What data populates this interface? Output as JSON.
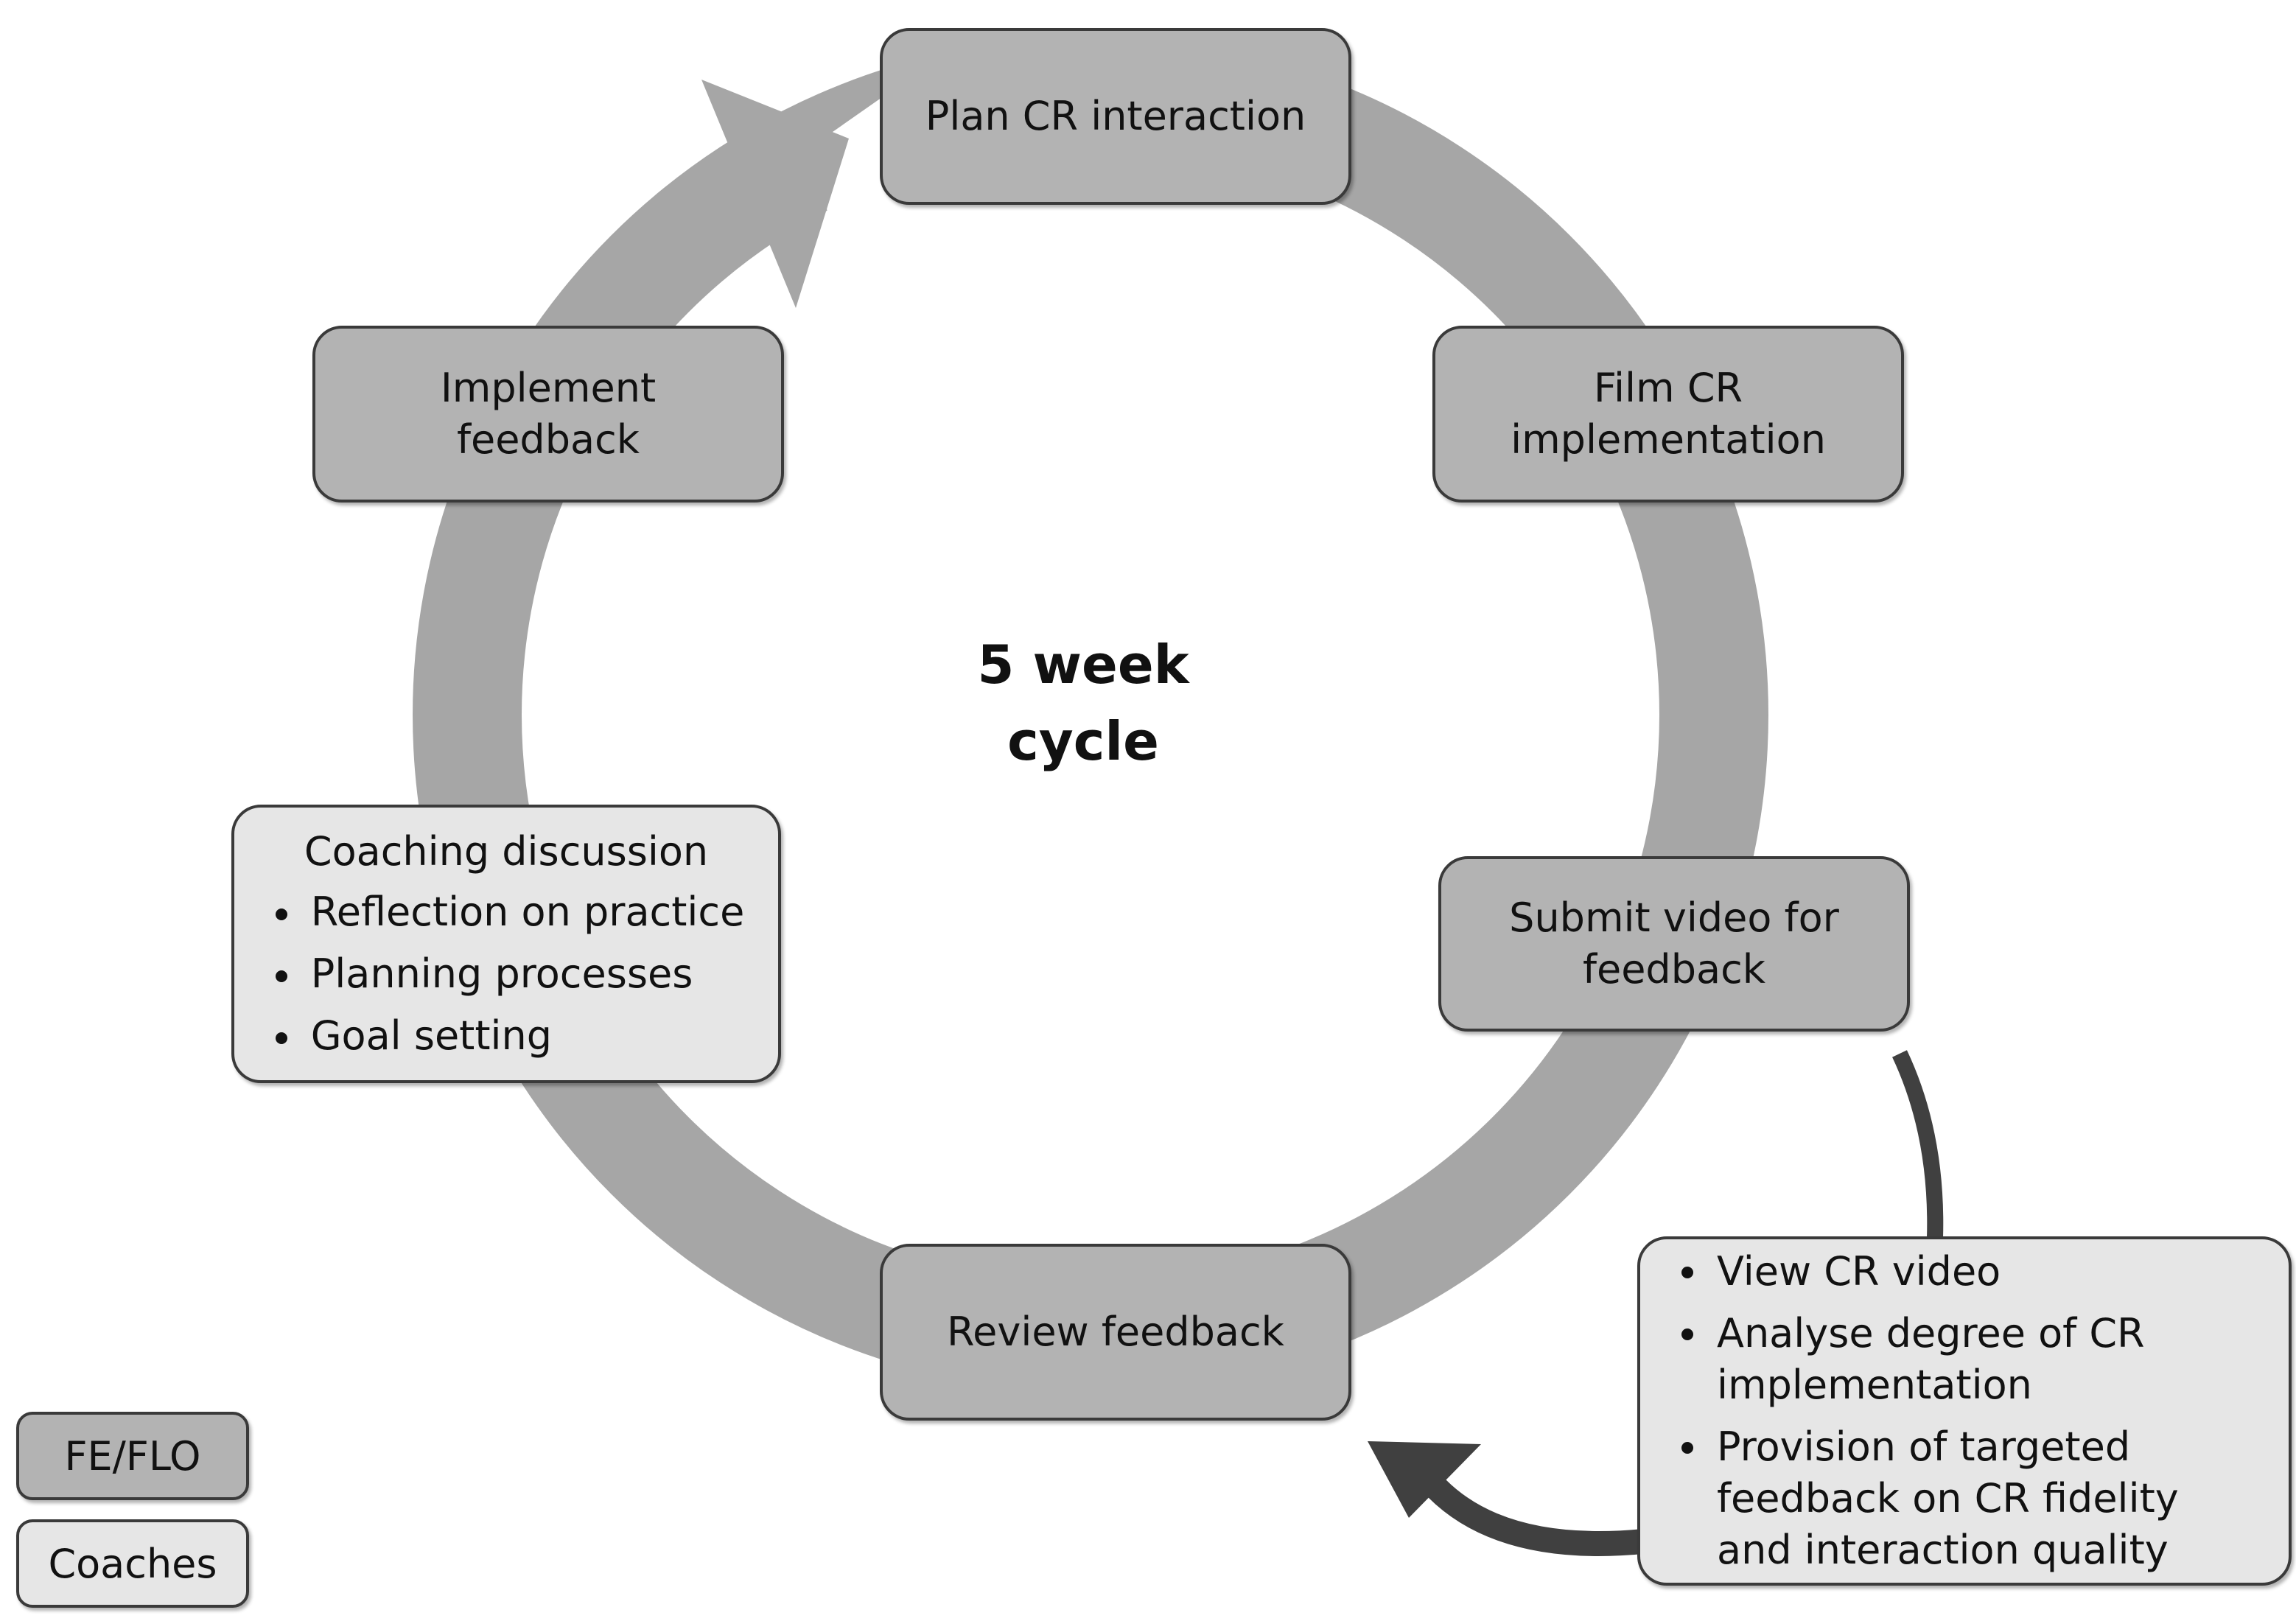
{
  "diagram": {
    "center_label": [
      "5 week",
      "cycle"
    ],
    "nodes": {
      "plan": "Plan CR interaction",
      "film": [
        "Film CR",
        "implementation"
      ],
      "submit": [
        "Submit video for",
        "feedback"
      ],
      "review": "Review feedback",
      "coaching": {
        "heading": "Coaching discussion",
        "items": [
          "Reflection on practice",
          "Planning processes",
          "Goal setting"
        ]
      },
      "implement": [
        "Implement",
        "feedback"
      ]
    },
    "coach_review": {
      "items": [
        [
          "View CR video"
        ],
        [
          "Analyse degree of CR",
          "implementation"
        ],
        [
          "Provision of targeted",
          "feedback on CR fidelity",
          "and interaction quality"
        ]
      ]
    },
    "colors": {
      "ring": "#a6a6a6",
      "dark_box": "#b3b3b3",
      "light_box": "#e6e6e6",
      "connector": "#404040"
    }
  },
  "legend": {
    "items": [
      {
        "label": "FE/FLO",
        "tone": "dark"
      },
      {
        "label": "Coaches",
        "tone": "light"
      }
    ]
  }
}
